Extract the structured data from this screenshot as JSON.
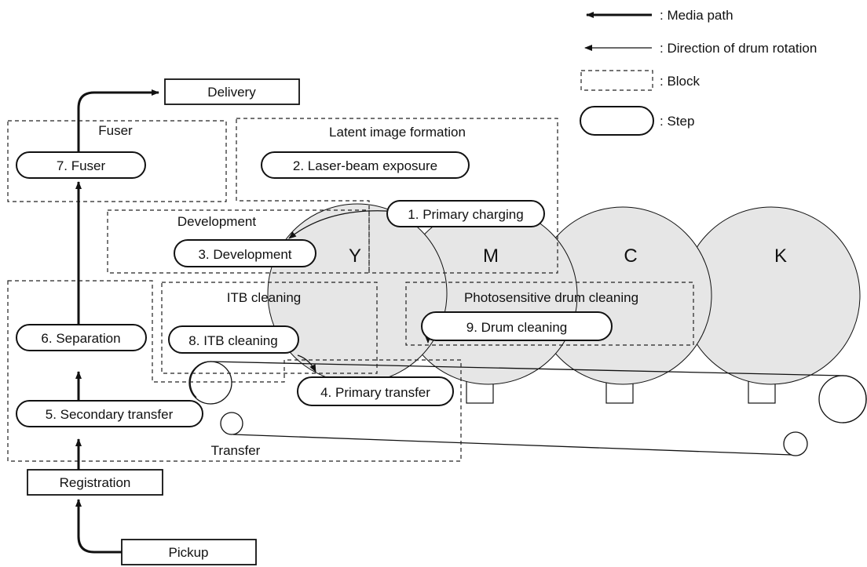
{
  "legend": {
    "media_path": ": Media path",
    "drum_rotation": ": Direction of drum rotation",
    "block": ": Block",
    "step": ": Step"
  },
  "blocks": {
    "fuser": "Fuser",
    "latent_image": "Latent image formation",
    "development": "Development",
    "itb_cleaning": "ITB cleaning",
    "drum_cleaning": "Photosensitive drum cleaning",
    "transfer": "Transfer"
  },
  "steps": {
    "primary_charging": "1. Primary charging",
    "laser_exposure": "2. Laser-beam exposure",
    "development": "3. Development",
    "primary_transfer": "4. Primary transfer",
    "secondary_transfer": "5. Secondary transfer",
    "separation": "6. Separation",
    "fuser": "7. Fuser",
    "itb_cleaning": "8. ITB cleaning",
    "drum_cleaning": "9. Drum cleaning"
  },
  "boxes": {
    "delivery": "Delivery",
    "registration": "Registration",
    "pickup": "Pickup"
  },
  "drums": {
    "y": "Y",
    "m": "M",
    "c": "C",
    "k": "K"
  },
  "colors": {
    "line": "#111111",
    "drum_fill": "#e6e6e6",
    "background": "#ffffff"
  }
}
